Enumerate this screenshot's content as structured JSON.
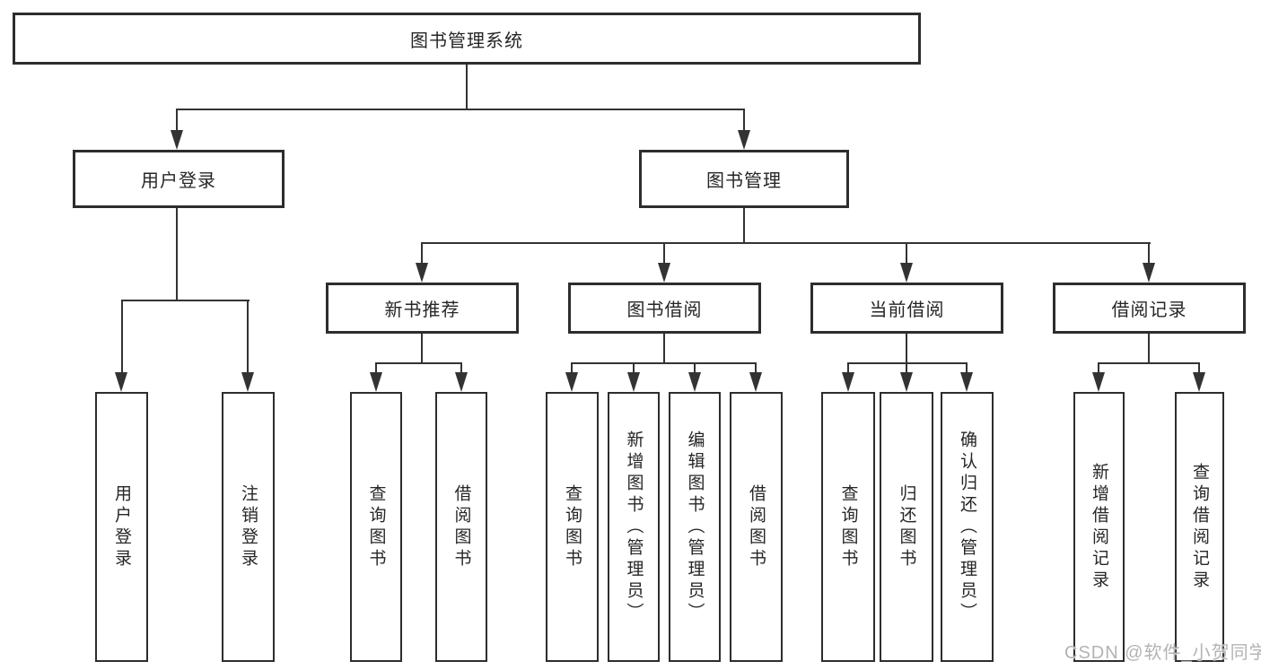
{
  "tree": {
    "root": "图书管理系统",
    "user_login": {
      "label": "用户登录",
      "children": [
        "用户登录",
        "注销登录"
      ]
    },
    "book_mgmt": {
      "label": "图书管理",
      "sections": [
        {
          "label": "新书推荐",
          "children": [
            "查询图书",
            "借阅图书"
          ]
        },
        {
          "label": "图书借阅",
          "children": [
            "查询图书",
            "新增图书（管理员）",
            "编辑图书（管理员）",
            "借阅图书"
          ]
        },
        {
          "label": "当前借阅",
          "children": [
            "查询图书",
            "归还图书",
            "确认归还（管理员）"
          ]
        },
        {
          "label": "借阅记录",
          "children": [
            "新增借阅记录",
            "查询借阅记录"
          ]
        }
      ]
    }
  },
  "page": {
    "watermark": "CSDN @软件_小贺同学"
  },
  "colors": {
    "line": "#333333",
    "border": "#2d2d2d",
    "text": "#262626",
    "watermark": "#b3b3b3",
    "background": "#ffffff"
  }
}
